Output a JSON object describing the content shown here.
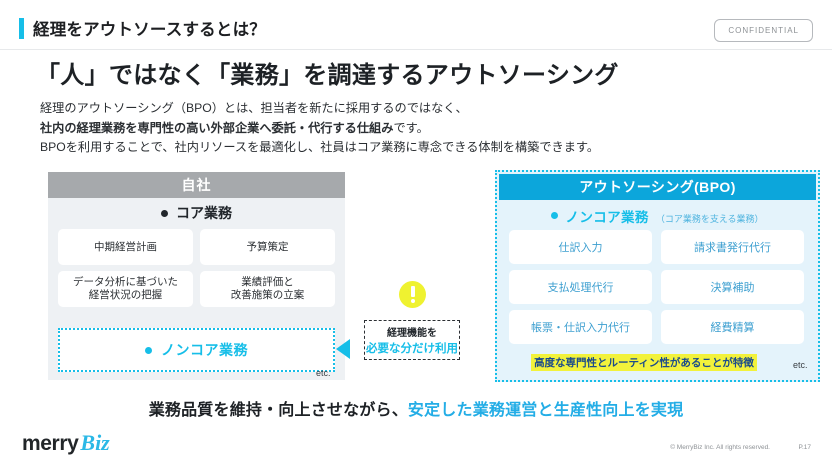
{
  "header": {
    "eyebrow": "経理をアウトソースするとは？",
    "confidential_label": "CONFIDENTIAL"
  },
  "title": "「人」ではなく「業務」を調達するアウトソーシング",
  "lead": {
    "line1": "経理のアウトソーシング（BPO）とは、担当者を新たに採用するのではなく、",
    "line2_strong": "社内の経理業務を専門性の高い外部企業へ委託・代行する仕組み",
    "line2_tail": "です。",
    "line3": "BPOを利用することで、社内リソースを最適化し、社員はコア業務に専念できる体制を構築できます。"
  },
  "own_panel": {
    "header": "自社",
    "core_label": "コア業務",
    "cards": [
      "中期経営計画",
      "予算策定",
      "データ分析に基づいた\n経営状況の把握",
      "業績評価と\n改善施策の立案"
    ],
    "cards_lines": [
      [
        "中期経営計画"
      ],
      [
        "予算策定"
      ],
      [
        "データ分析に基づいた",
        "経営状況の把握"
      ],
      [
        "業績評価と",
        "改善施策の立案"
      ]
    ],
    "noncore_label": "ノンコア業務",
    "etc": "etc."
  },
  "center": {
    "alert_icon": "exclamation-icon",
    "note_line1": "経理機能を",
    "note_line2": "必要な分だけ利用"
  },
  "bpo_panel": {
    "header": "アウトソーシング(BPO)",
    "noncore_label": "ノンコア業務",
    "noncore_sub": "（コア業務を支える業務）",
    "cards": [
      "仕訳入力",
      "請求書発行代行",
      "支払処理代行",
      "決算補助",
      "帳票・仕訳入力代行",
      "経費精算"
    ],
    "highlight": "高度な専門性とルーティン性があることが特徴",
    "etc": "etc."
  },
  "conclusion": {
    "dark": "業務品質を維持・向上させながら、",
    "cyan": "安定した業務運営と生産性向上を実現"
  },
  "footer": {
    "logo_primary": "merry",
    "logo_secondary": "Biz",
    "copyright": "© MerryBiz Inc. All rights reserved.",
    "page": "P.17"
  },
  "colors": {
    "accent_cyan": "#16BEE8",
    "bpo_header": "#0CA6DB",
    "bpo_bg": "#E4F3FB",
    "own_header_gray": "#A6A9AC",
    "own_bg": "#EEF1F4",
    "alert_yellow": "#EFF230",
    "highlight_yellow": "#F2F23B",
    "text_dark": "#1D2125"
  }
}
